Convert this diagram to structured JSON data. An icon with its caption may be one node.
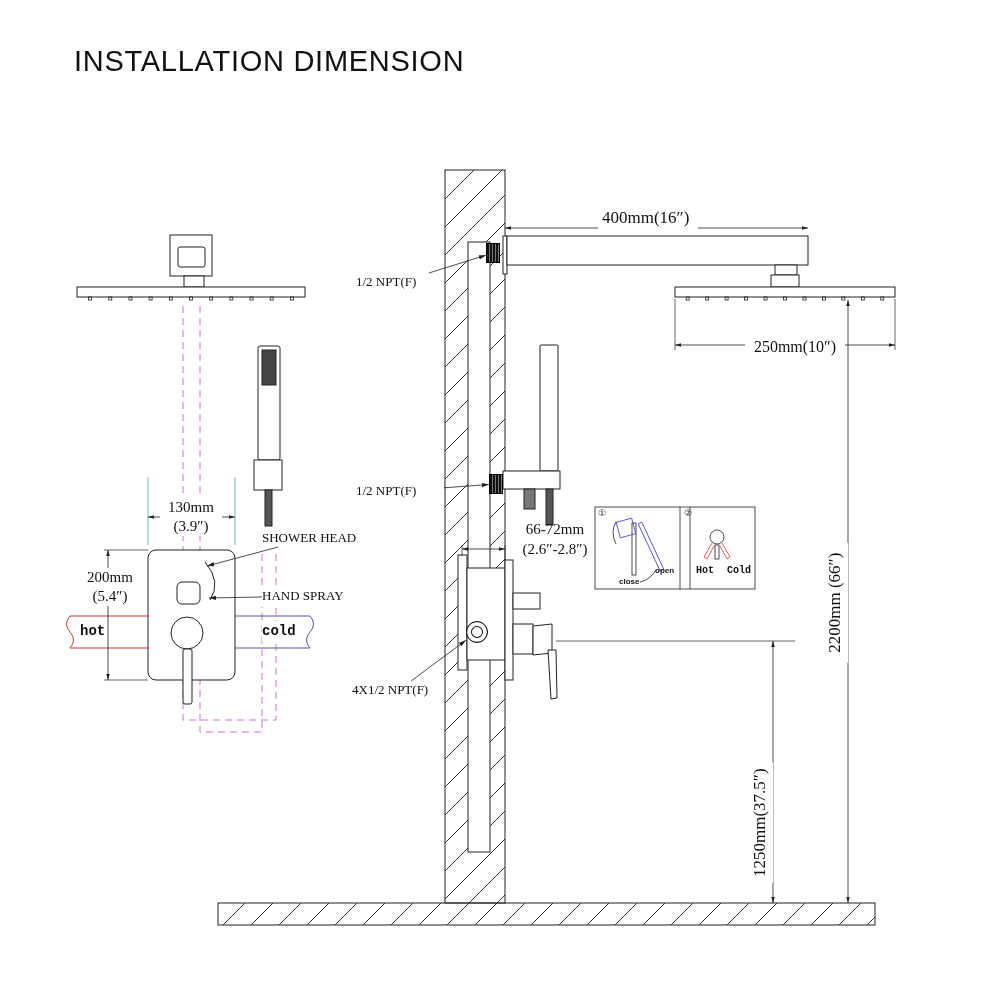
{
  "diagram": {
    "title": "INSTALLATION DIMENSION",
    "nodes": [
      {
        "text": [
          "1/2 NPT(F)"
        ]
      },
      {
        "text": [],
        "shape": "box"
      },
      {
        "text": [
          "1/2 NPT(F)"
        ]
      },
      {
        "text": [],
        "shape": "box"
      },
      {
        "text": [
          "4X1/2 NPT(F)"
        ]
      },
      {
        "text": [],
        "shape": "circle"
      },
      {
        "text": [
          "SHOWER HEAD"
        ]
      },
      {
        "text": [
          "HAND SPRAY"
        ]
      }
    ],
    "edges": [
      {
        "from": 0,
        "to": 1,
        "arrow": "to"
      },
      {
        "from": 2,
        "to": 3,
        "arrow": "to"
      },
      {
        "from": 4,
        "to": 5,
        "arrow": "to"
      },
      {
        "from": 6,
        "to": null,
        "arrow": "to"
      },
      {
        "from": 7,
        "to": null,
        "arrow": "to"
      }
    ],
    "labels": [
      "130mm (3.9″)",
      "200mm (5.4″)",
      "hot",
      "cold",
      "400mm(16″)",
      "250mm(10″)",
      "66-72mm (2.6″-2.8″)",
      "2200mm (66″)",
      "1250mm(37.5″)",
      "①",
      "open",
      "close",
      "②",
      "Hot",
      "Cold"
    ]
  }
}
